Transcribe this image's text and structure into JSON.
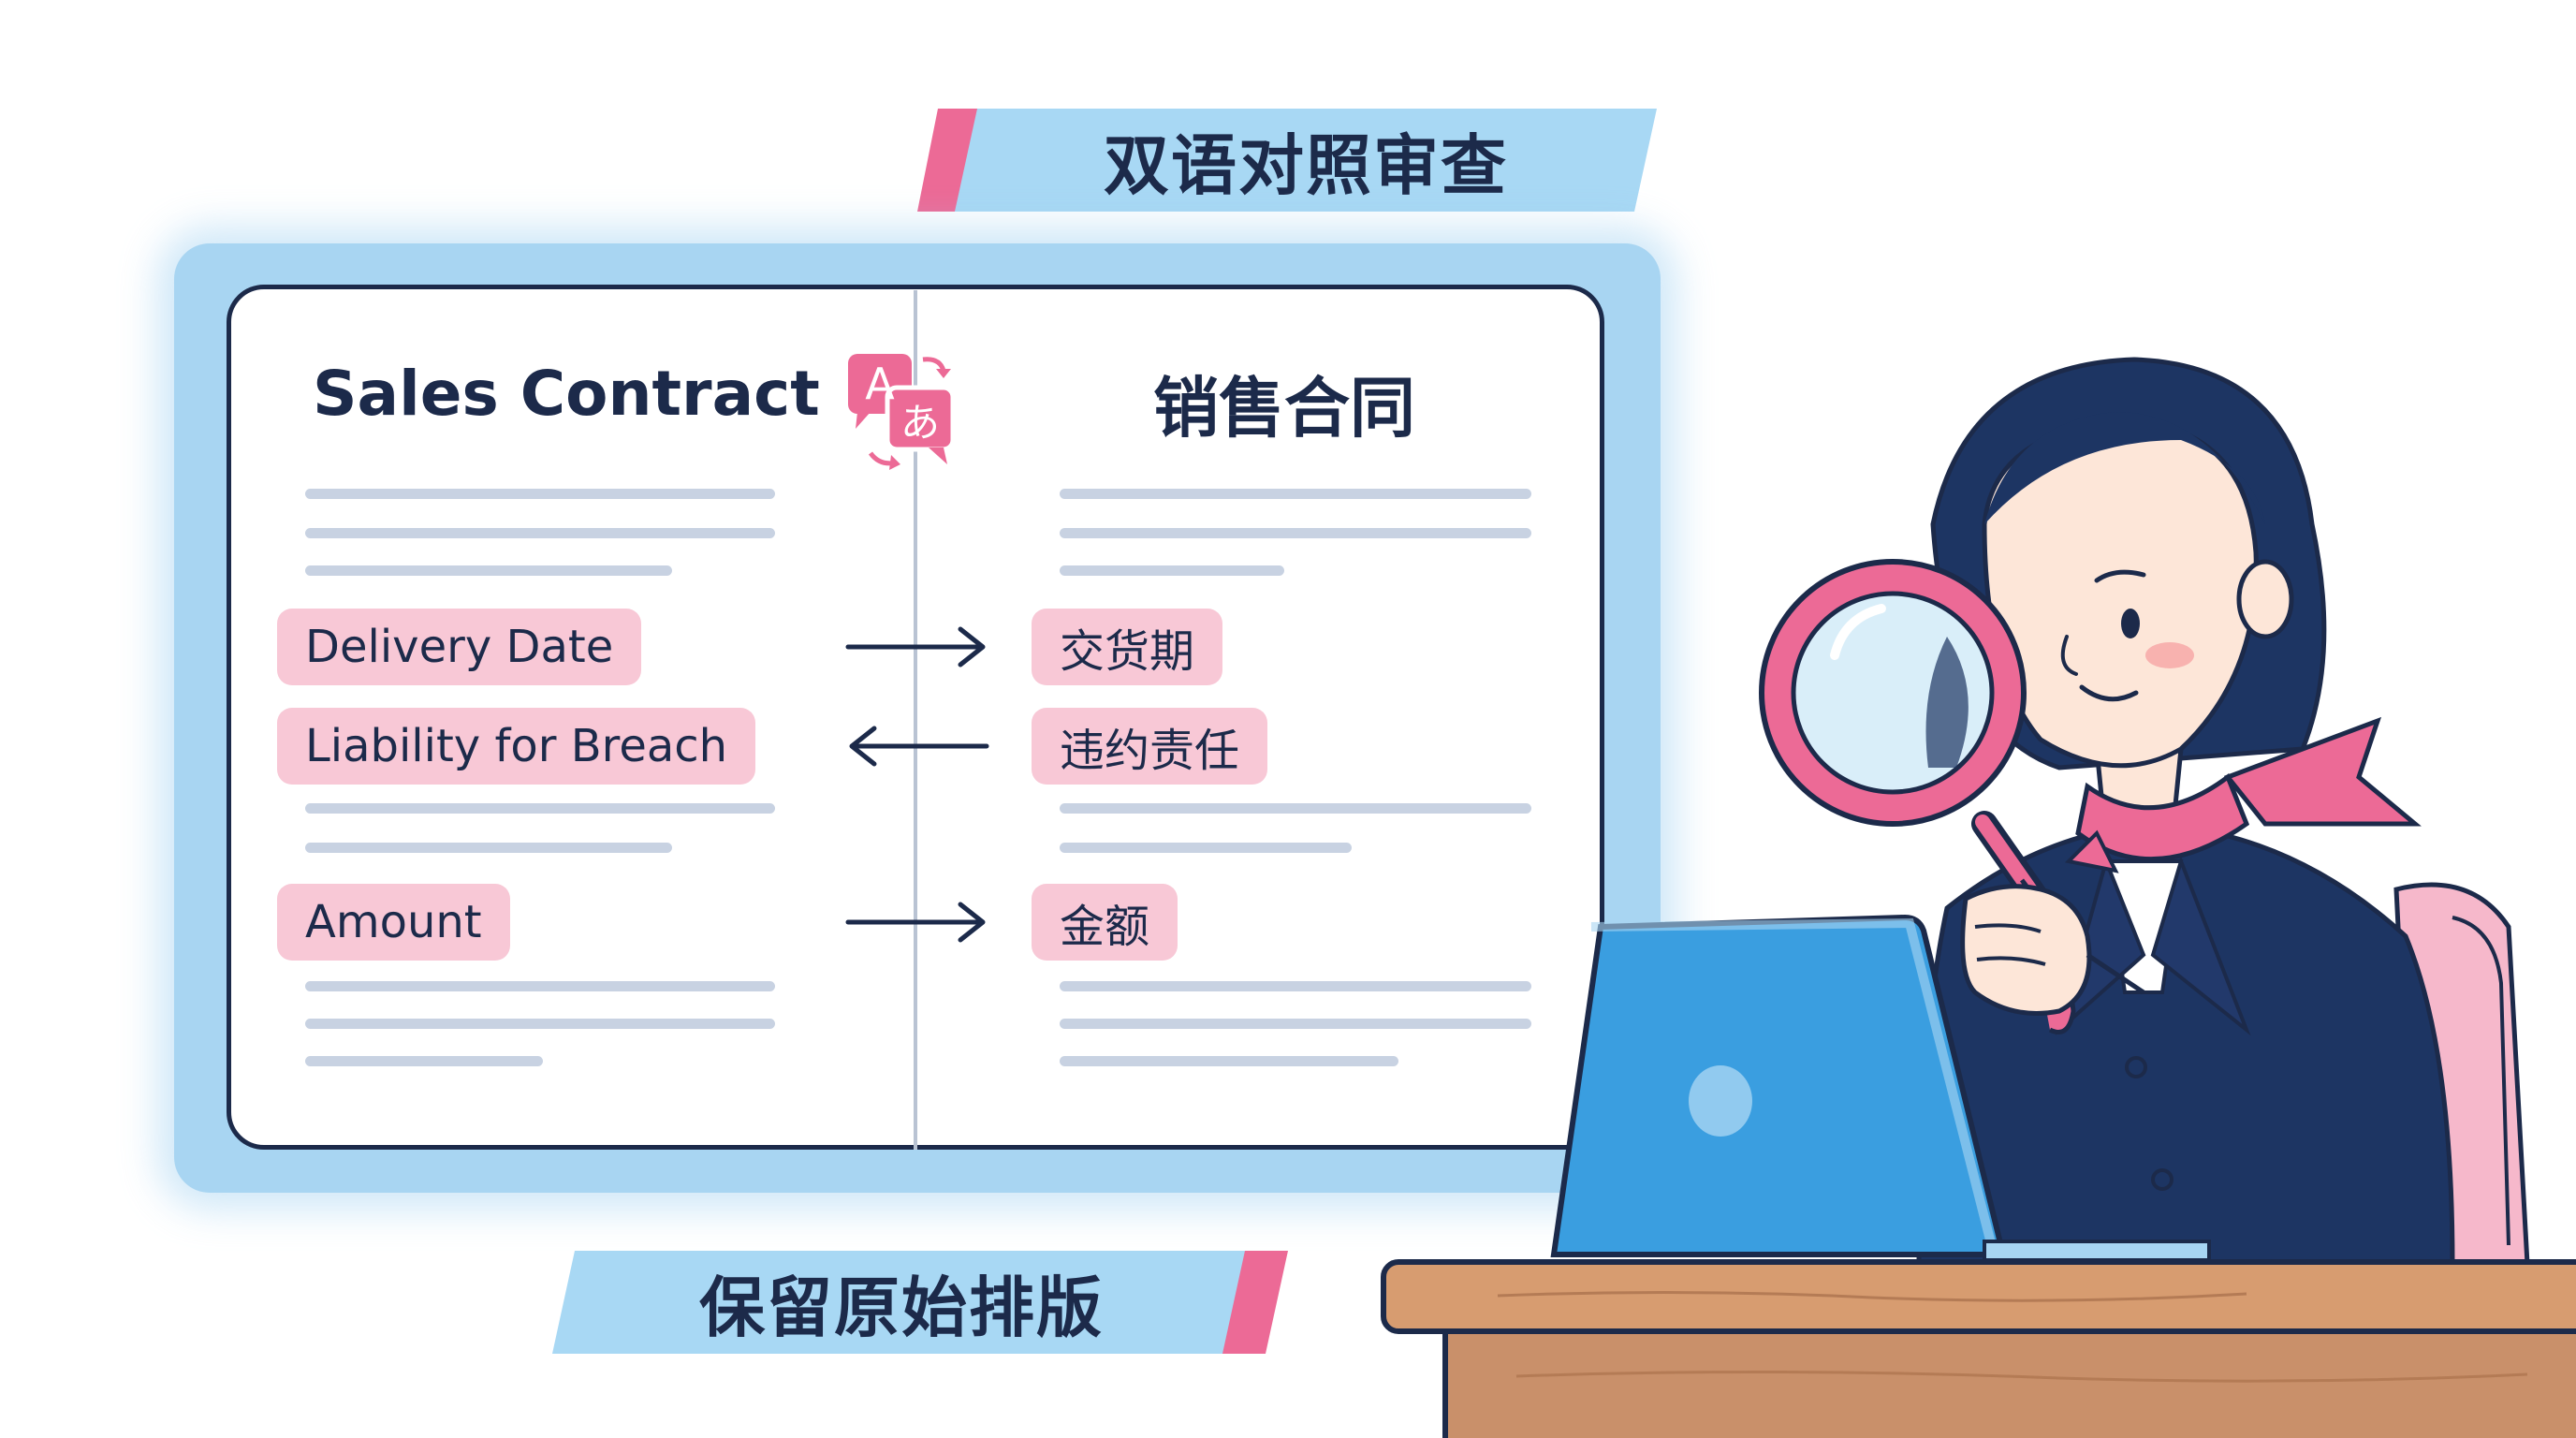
{
  "banner_top": {
    "text": "双语对照审查"
  },
  "banner_bottom": {
    "text": "保留原始排版"
  },
  "document": {
    "title_en": "Sales Contract",
    "title_zh": "销售合同",
    "terms_en": [
      "Delivery Date",
      "Liability for Breach",
      "Amount"
    ],
    "terms_zh": [
      "交货期",
      "违约责任",
      "金额"
    ],
    "arrows": [
      "right",
      "left",
      "right"
    ]
  },
  "translate_icon": {
    "latin": "A",
    "kana": "あ"
  },
  "colors": {
    "navy": "#1c2a4a",
    "pink": "#ec6a96",
    "light_pink": "#f8c8d6",
    "light_blue": "#a8d5f2",
    "laptop_blue": "#3a9ee0",
    "desk_brown": "#c9906a"
  }
}
